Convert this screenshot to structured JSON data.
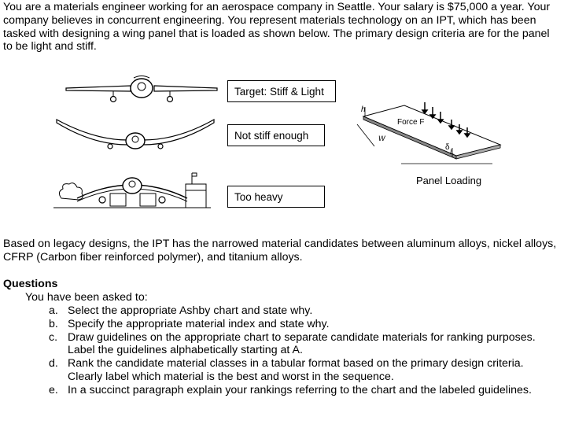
{
  "intro": {
    "text": "You are a materials engineer working for an aerospace company in Seattle. Your salary is $75,000 a year. Your company believes in concurrent engineering. You represent materials technology on an IPT, which has been tasked with designing a wing panel that is loaded as shown below. The primary design criteria are for the panel to be light and stiff."
  },
  "figure": {
    "labels": {
      "target": "Target: Stiff & Light",
      "not_stiff": "Not stiff enough",
      "too_heavy": "Too heavy"
    },
    "panel": {
      "force_label": "Force F",
      "h_label": "h",
      "w_label": "W",
      "delta_label": "δ",
      "l_label": "L",
      "caption": "Panel Loading"
    }
  },
  "legacy": {
    "text": "Based on legacy designs, the IPT has the narrowed material candidates between aluminum alloys, nickel alloys, CFRP (Carbon fiber reinforced polymer), and titanium alloys."
  },
  "questions": {
    "heading": "Questions",
    "intro": "You have been asked to:",
    "items": [
      {
        "letter": "a.",
        "text": "Select the appropriate Ashby chart and state why."
      },
      {
        "letter": "b.",
        "text": "Specify the appropriate material index and state why."
      },
      {
        "letter": "c.",
        "text": "Draw guidelines on the appropriate chart to separate candidate materials for ranking purposes. Label the guidelines alphabetically starting at A."
      },
      {
        "letter": "d.",
        "text": "Rank the candidate material classes in a tabular format based on the primary design criteria. Clearly label which material is the best and worst in the sequence."
      },
      {
        "letter": "e.",
        "text": "In a succinct paragraph explain your rankings referring to the chart and the labeled guidelines."
      }
    ]
  }
}
